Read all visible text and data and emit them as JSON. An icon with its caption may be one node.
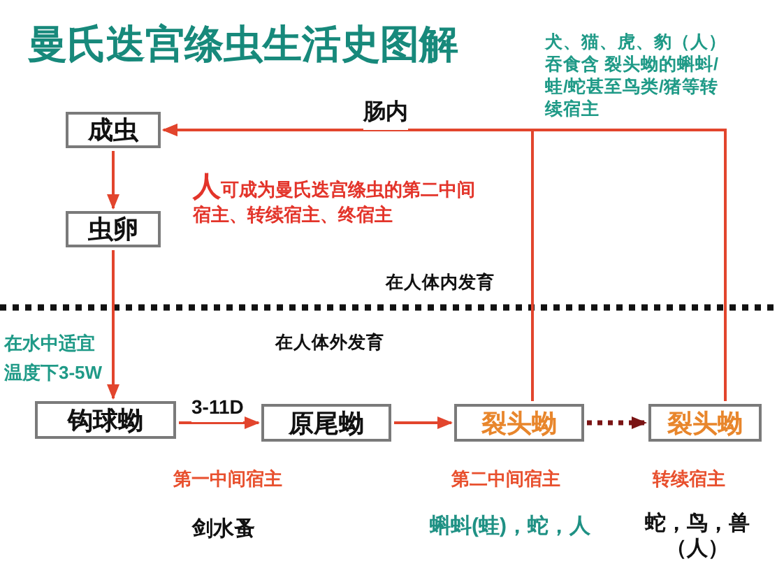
{
  "diagram": {
    "title": "曼氏迭宫绦虫生活史图解",
    "nodes": [
      {
        "text": [
          "成虫"
        ]
      },
      {
        "text": [
          "虫卵"
        ]
      },
      {
        "text": [
          "钩球蚴"
        ]
      },
      {
        "text": [
          "原尾蚴"
        ],
        "beside": [
          "第一中间宿主",
          "剑水蚤"
        ]
      },
      {
        "text": [
          "裂头蚴"
        ],
        "beside": [
          "第二中间宿主",
          "蝌蚪(蛙)，蛇，人"
        ]
      },
      {
        "text": [
          "裂头蚴"
        ],
        "beside": [
          "转续宿主",
          "蛇，鸟，兽（人）"
        ]
      }
    ],
    "edges": [
      {
        "from": 0,
        "to": 1,
        "arrow": "to"
      },
      {
        "from": 1,
        "to": 2,
        "arrow": "to",
        "label": "在水中适宜温度下3-5W"
      },
      {
        "from": 2,
        "to": 3,
        "arrow": "to",
        "label": "3-11D"
      },
      {
        "from": 3,
        "to": 4,
        "arrow": "to"
      },
      {
        "from": 4,
        "to": 5,
        "arrow": "to",
        "style": "dashed",
        "color": "#7a1414"
      },
      {
        "from": 4,
        "to": 0,
        "arrow": "to",
        "label": "肠内"
      },
      {
        "from": 5,
        "to": 0,
        "arrow": "to"
      }
    ],
    "labels": [
      "犬、猫、虎、豹（人）吞食含 裂头蚴的蝌蚪/蛙/蛇甚至鸟类/猪等转续宿主",
      "人可成为曼氏迭宫绦虫的第二中间宿主、转续宿主、终宿主",
      "在人体内发育",
      "在人体外发育"
    ]
  }
}
